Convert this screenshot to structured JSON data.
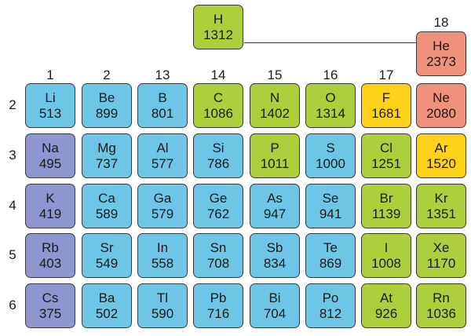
{
  "colors": {
    "blue": "#6ec6e6",
    "purple": "#8d96cf",
    "green": "#aecf3c",
    "yellow": "#ffd21a",
    "salmon": "#f0917a"
  },
  "columns": [
    {
      "id": "g1",
      "label": "1"
    },
    {
      "id": "g2",
      "label": "2"
    },
    {
      "id": "g13",
      "label": "13"
    },
    {
      "id": "g14",
      "label": "14"
    },
    {
      "id": "g15",
      "label": "15"
    },
    {
      "id": "g16",
      "label": "16"
    },
    {
      "id": "g17",
      "label": "17"
    },
    {
      "id": "g18",
      "label": "18"
    }
  ],
  "periods": [
    "2",
    "3",
    "4",
    "5",
    "6"
  ],
  "hydrogen": {
    "symbol": "H",
    "value": "1312",
    "color": "green"
  },
  "helium": {
    "symbol": "He",
    "value": "2373",
    "color": "salmon"
  },
  "rows": [
    [
      {
        "symbol": "Li",
        "value": "513",
        "color": "blue"
      },
      {
        "symbol": "Be",
        "value": "899",
        "color": "blue"
      },
      {
        "symbol": "B",
        "value": "801",
        "color": "blue"
      },
      {
        "symbol": "C",
        "value": "1086",
        "color": "green"
      },
      {
        "symbol": "N",
        "value": "1402",
        "color": "green"
      },
      {
        "symbol": "O",
        "value": "1314",
        "color": "green"
      },
      {
        "symbol": "F",
        "value": "1681",
        "color": "yellow"
      },
      {
        "symbol": "Ne",
        "value": "2080",
        "color": "salmon"
      }
    ],
    [
      {
        "symbol": "Na",
        "value": "495",
        "color": "purple"
      },
      {
        "symbol": "Mg",
        "value": "737",
        "color": "blue"
      },
      {
        "symbol": "Al",
        "value": "577",
        "color": "blue"
      },
      {
        "symbol": "Si",
        "value": "786",
        "color": "blue"
      },
      {
        "symbol": "P",
        "value": "1011",
        "color": "green"
      },
      {
        "symbol": "S",
        "value": "1000",
        "color": "blue"
      },
      {
        "symbol": "Cl",
        "value": "1251",
        "color": "green"
      },
      {
        "symbol": "Ar",
        "value": "1520",
        "color": "yellow"
      }
    ],
    [
      {
        "symbol": "K",
        "value": "419",
        "color": "purple"
      },
      {
        "symbol": "Ca",
        "value": "589",
        "color": "blue"
      },
      {
        "symbol": "Ga",
        "value": "579",
        "color": "blue"
      },
      {
        "symbol": "Ge",
        "value": "762",
        "color": "blue"
      },
      {
        "symbol": "As",
        "value": "947",
        "color": "blue"
      },
      {
        "symbol": "Se",
        "value": "941",
        "color": "blue"
      },
      {
        "symbol": "Br",
        "value": "1139",
        "color": "green"
      },
      {
        "symbol": "Kr",
        "value": "1351",
        "color": "green"
      }
    ],
    [
      {
        "symbol": "Rb",
        "value": "403",
        "color": "purple"
      },
      {
        "symbol": "Sr",
        "value": "549",
        "color": "blue"
      },
      {
        "symbol": "In",
        "value": "558",
        "color": "blue"
      },
      {
        "symbol": "Sn",
        "value": "708",
        "color": "blue"
      },
      {
        "symbol": "Sb",
        "value": "834",
        "color": "blue"
      },
      {
        "symbol": "Te",
        "value": "869",
        "color": "blue"
      },
      {
        "symbol": "I",
        "value": "1008",
        "color": "green"
      },
      {
        "symbol": "Xe",
        "value": "1170",
        "color": "green"
      }
    ],
    [
      {
        "symbol": "Cs",
        "value": "375",
        "color": "purple"
      },
      {
        "symbol": "Ba",
        "value": "502",
        "color": "blue"
      },
      {
        "symbol": "Tl",
        "value": "590",
        "color": "blue"
      },
      {
        "symbol": "Pb",
        "value": "716",
        "color": "blue"
      },
      {
        "symbol": "Bi",
        "value": "704",
        "color": "blue"
      },
      {
        "symbol": "Po",
        "value": "812",
        "color": "blue"
      },
      {
        "symbol": "At",
        "value": "926",
        "color": "green"
      },
      {
        "symbol": "Rn",
        "value": "1036",
        "color": "green"
      }
    ]
  ]
}
